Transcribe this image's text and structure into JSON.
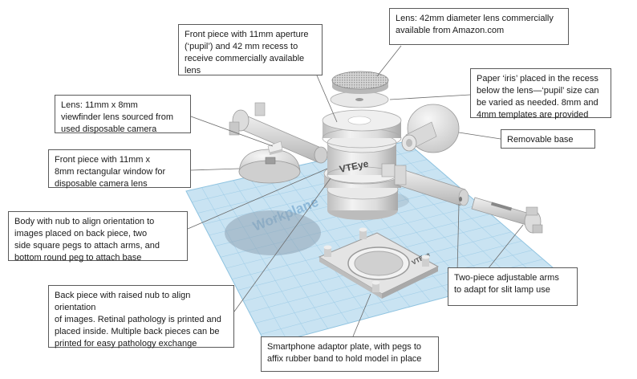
{
  "callouts": {
    "lens42": "Lens: 42mm diameter lens commercially\navailable from Amazon.com",
    "front_11mm_aperture": "Front piece with 11mm aperture\n(‘pupil’) and 42 mm recess to\nreceive commercially available lens",
    "paper_iris": "Paper ‘iris’ placed in the recess\nbelow the lens—‘pupil’ size can\nbe varied as needed. 8mm and\n4mm templates are provided",
    "viewfinder_lens": "Lens: 11mm x 8mm\nviewfinder lens sourced from\nused disposable camera",
    "removable_base": "Removable base",
    "front_rect_window": "Front piece with 11mm x\n8mm rectangular window for\ndisposable camera lens",
    "body_nub": "Body with nub to align orientation to\nimages placed on back piece, two\nside square pegs to attach arms, and\nbottom round peg to attach base",
    "back_piece": "Back piece with raised nub to align orientation\nof images. Retinal pathology is printed and\nplaced inside. Multiple back pieces can be\nprinted for easy pathology exchange",
    "two_piece_arms": "Two-piece adjustable arms\nto adapt for slit lamp use",
    "smartphone_plate": "Smartphone adaptor plate, with pegs to\naffix rubber band to hold model in place"
  },
  "model_labels": {
    "body_brand": "VTEye",
    "plate_brand": "VTEye",
    "workplane": "Workplane"
  },
  "colors": {
    "workplane_fill": "#c9e3f2",
    "workplane_grid": "#8ec3e0",
    "part_fill": "#e6e6e6",
    "part_shade": "#b9b9b9",
    "leader": "#6a6a6a"
  }
}
